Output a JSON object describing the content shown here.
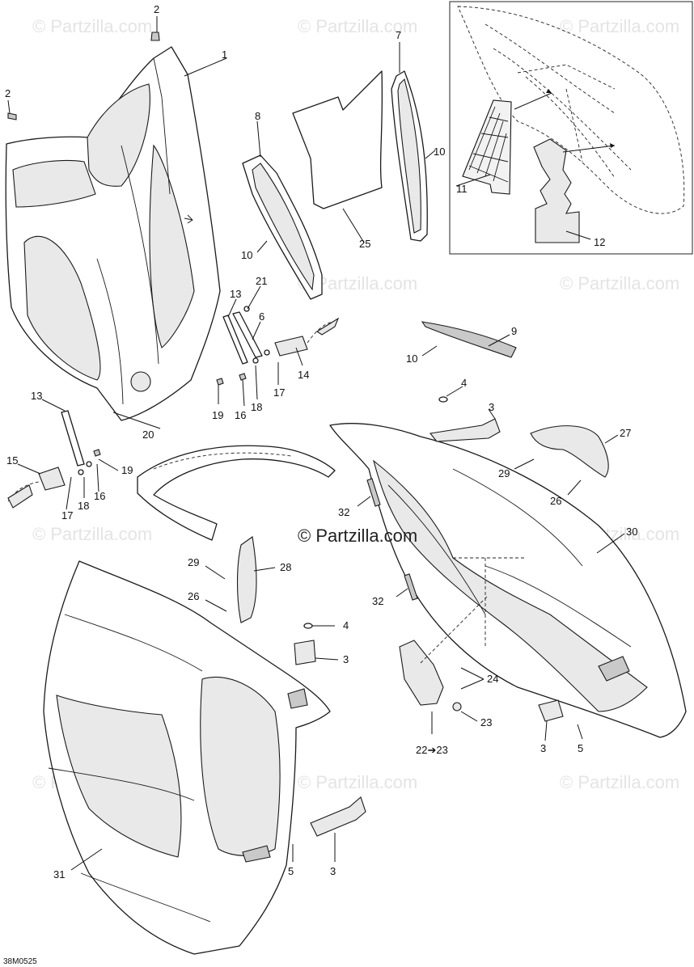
{
  "diagram": {
    "watermark": "© Partzilla.com",
    "center_watermark": "© Partzilla.com",
    "drawing_code": "38M0525",
    "callouts": {
      "c1": "1",
      "c2a": "2",
      "c2b": "2",
      "c3a": "3",
      "c3b": "3",
      "c3c": "3",
      "c3d": "3",
      "c4a": "4",
      "c4b": "4",
      "c5a": "5",
      "c5b": "5",
      "c6": "6",
      "c7": "7",
      "c8": "8",
      "c9": "9",
      "c10a": "10",
      "c10b": "10",
      "c10c": "10",
      "c11": "11",
      "c12": "12",
      "c13a": "13",
      "c13b": "13",
      "c14": "14",
      "c15": "15",
      "c16a": "16",
      "c16b": "16",
      "c17a": "17",
      "c17b": "17",
      "c18a": "18",
      "c18b": "18",
      "c19a": "19",
      "c19b": "19",
      "c20": "20",
      "c21": "21",
      "c22_23": "22➔23",
      "c23": "23",
      "c24": "24",
      "c25": "25",
      "c26a": "26",
      "c26b": "26",
      "c27": "27",
      "c28": "28",
      "c29a": "29",
      "c29b": "29",
      "c30": "30",
      "c31": "31",
      "c32a": "32",
      "c32b": "32"
    }
  }
}
